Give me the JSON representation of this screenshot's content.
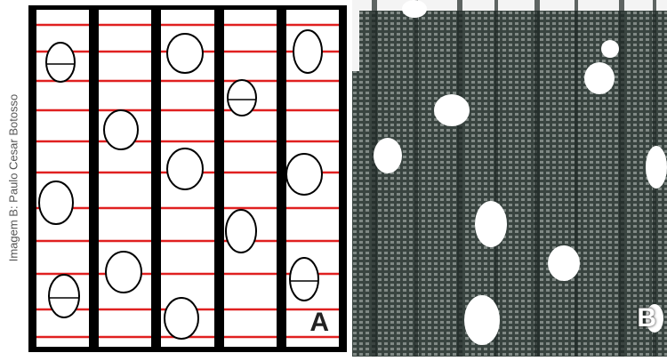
{
  "credit": "Imagem B: Paulo Cesar Botosso",
  "panels": [
    {
      "id": "A",
      "label": "A",
      "kind": "schematic"
    },
    {
      "id": "B",
      "label": "B",
      "kind": "micrograph"
    }
  ],
  "colors": {
    "frame": "#000000",
    "ray_lines": "#e02020",
    "vessel_fill": "#ffffff",
    "micrograph_bg": "#2f3a36"
  },
  "icons": [
    "vessel-icon"
  ]
}
